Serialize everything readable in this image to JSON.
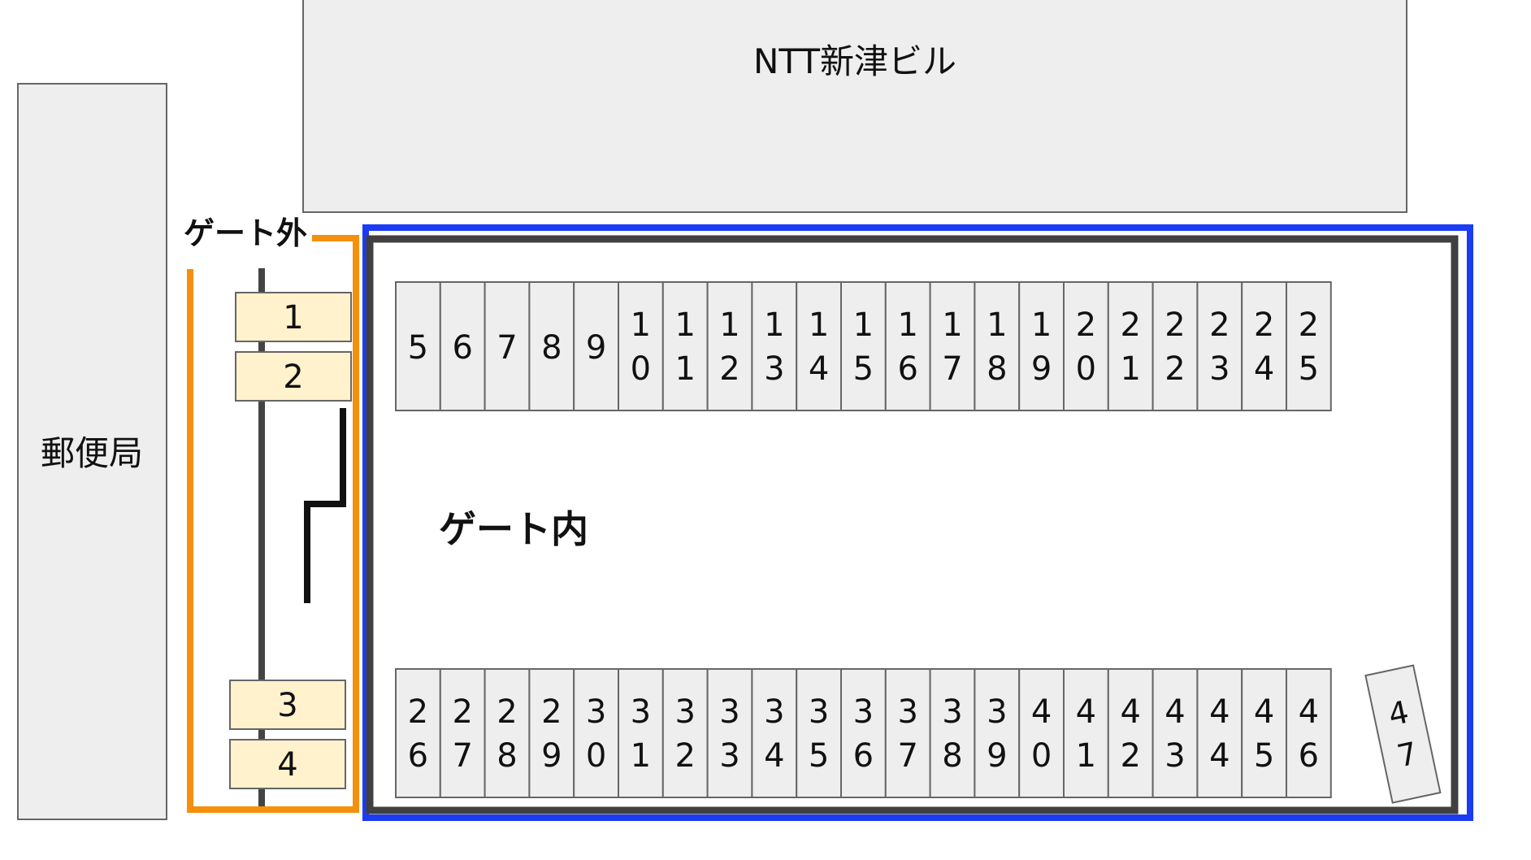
{
  "buildings": {
    "ntt": "NTT新津ビル",
    "post_office": "郵便局"
  },
  "zones": {
    "outside_gate": "ゲート外",
    "inside_gate": "ゲート内"
  },
  "colors": {
    "outside_border": "#f5900c",
    "inside_border_outer": "#1a3cf5",
    "inside_border_inner": "#404040",
    "stall_fill": "#eeeeee",
    "outside_stall_fill": "#fff2cc"
  },
  "outside_spaces": [
    "1",
    "2",
    "3",
    "4"
  ],
  "top_row_spaces": [
    "5",
    "6",
    "7",
    "8",
    "9",
    "10",
    "11",
    "12",
    "13",
    "14",
    "15",
    "16",
    "17",
    "18",
    "19",
    "20",
    "21",
    "22",
    "23",
    "24",
    "25"
  ],
  "bottom_row_spaces": [
    "26",
    "27",
    "28",
    "29",
    "30",
    "31",
    "32",
    "33",
    "34",
    "35",
    "36",
    "37",
    "38",
    "39",
    "40",
    "41",
    "42",
    "43",
    "44",
    "45",
    "46"
  ],
  "extra_space": "47"
}
